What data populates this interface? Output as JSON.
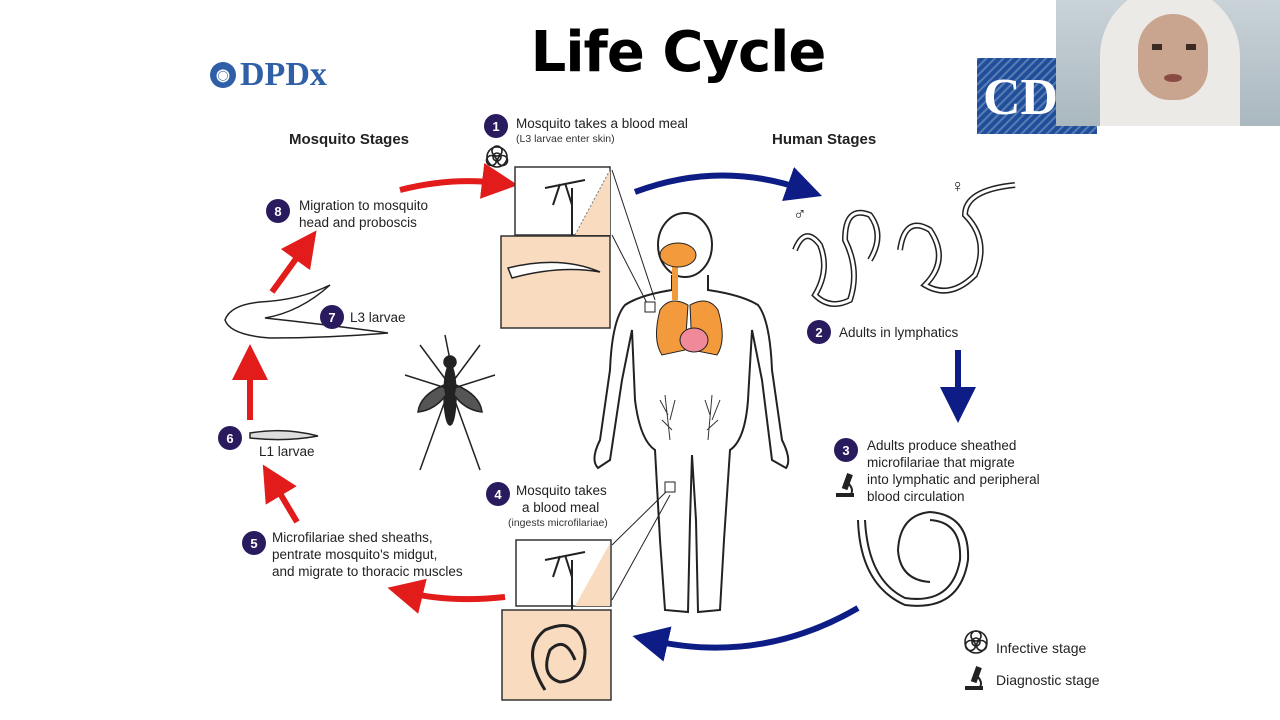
{
  "title": "Life Cycle",
  "logo_left": "DPDx",
  "logo_right": "CDC",
  "sections": {
    "mosquito": "Mosquito Stages",
    "human": "Human Stages"
  },
  "steps": [
    {
      "num": "1",
      "text": "Mosquito takes a blood meal",
      "sub": "(L3 larvae enter skin)"
    },
    {
      "num": "2",
      "text": "Adults in lymphatics"
    },
    {
      "num": "3",
      "lines": [
        "Adults produce sheathed",
        "microfilariae that migrate",
        "into lymphatic and peripheral",
        "blood circulation"
      ]
    },
    {
      "num": "4",
      "lines": [
        "Mosquito takes",
        "a blood meal"
      ],
      "sub": "(ingests microfilariae)"
    },
    {
      "num": "5",
      "lines": [
        "Microfilariae shed sheaths,",
        "pentrate mosquito's midgut,",
        "and migrate to thoracic muscles"
      ]
    },
    {
      "num": "6",
      "text": "L1 larvae"
    },
    {
      "num": "7",
      "text": "L3 larvae"
    },
    {
      "num": "8",
      "lines": [
        "Migration to mosquito",
        "head and proboscis"
      ]
    }
  ],
  "legend": {
    "infective": "Infective stage",
    "diagnostic": "Diagnostic stage"
  },
  "symbols": {
    "male": "♂",
    "female": "♀"
  },
  "colors": {
    "red_arrow": "#e21b1b",
    "blue_arrow": "#0e1d85",
    "step_circle": "#2a1a5e",
    "organ_orange": "#f39a3c",
    "heart_pink": "#f08a9a",
    "box_fill": "#f9dcc0",
    "dpdx_blue": "#2f5fa7"
  }
}
